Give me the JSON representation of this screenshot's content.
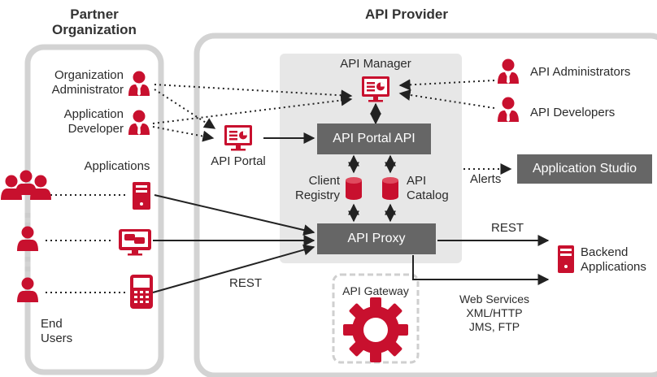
{
  "headers": {
    "partner": [
      "Partner",
      "Organization"
    ],
    "provider": "API Provider"
  },
  "partner_roles": {
    "org_admin": [
      "Organization",
      "Administrator"
    ],
    "app_developer": [
      "Application",
      "Developer"
    ]
  },
  "applications_label": "Applications",
  "end_users_label": [
    "End",
    "Users"
  ],
  "api_manager_label": "API Manager",
  "api_portal_label": "API Portal",
  "boxes": {
    "portal_api": "API Portal API",
    "proxy": "API Proxy",
    "app_studio": "Application Studio"
  },
  "client_registry": [
    "Client",
    "Registry"
  ],
  "api_catalog": [
    "API",
    "Catalog"
  ],
  "api_gateway_label": "API Gateway",
  "provider_roles": {
    "admins": "API Administrators",
    "developers": "API Developers"
  },
  "alerts_label": "Alerts",
  "rest_label_left": "REST",
  "rest_label_right": "REST",
  "backend": [
    "Backend",
    "Applications"
  ],
  "web_services": [
    "Web Services",
    "XML/HTTP",
    "JMS, FTP"
  ],
  "colors": {
    "accent_red": "#c8102e",
    "box_gray": "#666666",
    "panel_gray": "#e6e6e6",
    "border_gray": "#d0d0d0"
  }
}
